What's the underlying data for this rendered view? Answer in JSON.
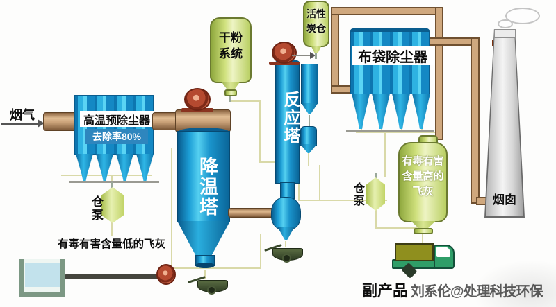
{
  "diagram": {
    "flue_gas_label": "烟气",
    "unit1": {
      "name": "高温预除尘器",
      "rate": "去除率80%"
    },
    "cooling_tower_label": "降温塔",
    "dry_powder": {
      "line1": "干粉",
      "line2": "系统"
    },
    "reaction_tower_label": "反应塔",
    "carbon_silo": {
      "line1": "活性",
      "line2": "炭仓"
    },
    "bag_filter_label": "布袋除尘器",
    "silo_pump_left_label": "仓泵",
    "silo_pump_right_label": "仓泵",
    "low_ash_label": "有毒有害含量低的飞灰",
    "high_ash": {
      "line1": "有毒有害",
      "line2": "含量高的",
      "line3": "飞灰"
    },
    "chimney_label": "烟囱",
    "byproduct_label": "副产品",
    "watermark": "刘系伦@处理科技环保"
  },
  "colors": {
    "equipment_blue": "#1b9cd8",
    "pipe_tan": "#c9a178",
    "vessel_green": "#cfe07c",
    "pump_red": "#b34a30",
    "line_khaki": "#d9d9a8",
    "chimney_band_orange": "#c95a22",
    "truck_green": "#2f9e68",
    "cargo_olive": "#8f8f1e"
  }
}
